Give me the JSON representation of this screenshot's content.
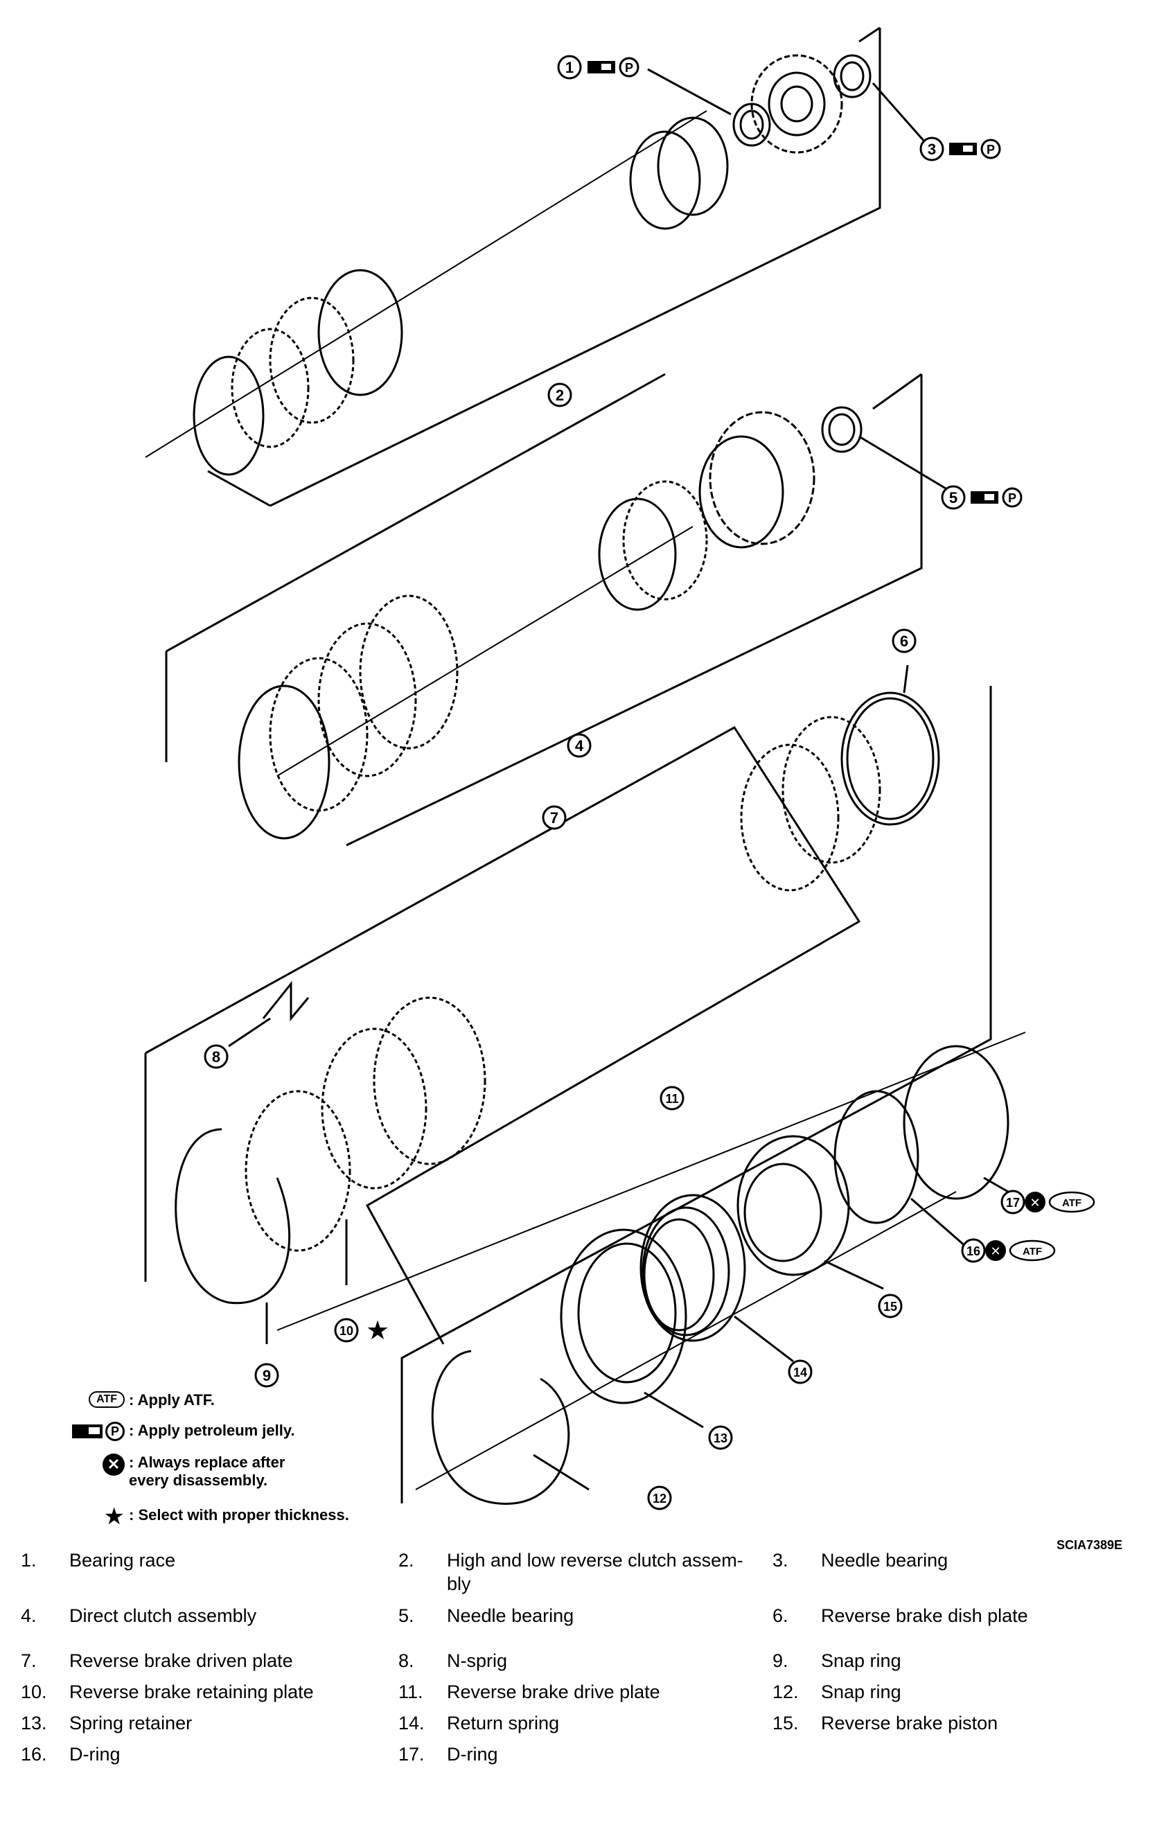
{
  "figure_code": "SCIA7389E",
  "callouts": [
    "1",
    "2",
    "3",
    "4",
    "5",
    "6",
    "7",
    "8",
    "9",
    "10",
    "11",
    "12",
    "13",
    "14",
    "15",
    "16",
    "17"
  ],
  "symbols": {
    "atf": "ATF",
    "p": "P",
    "x": "✕",
    "star": "★"
  },
  "legend": [
    {
      "symbol": "atf",
      "text": ": Apply ATF."
    },
    {
      "symbol": "jelly",
      "text": ": Apply petroleum jelly."
    },
    {
      "symbol": "replace",
      "text": ": Always replace after\n  every disassembly."
    },
    {
      "symbol": "star",
      "text": ": Select with proper thickness."
    }
  ],
  "parts": [
    {
      "num": "1.",
      "name": "Bearing race"
    },
    {
      "num": "2.",
      "name": "High and low reverse clutch assem-\nbly"
    },
    {
      "num": "3.",
      "name": "Needle bearing"
    },
    {
      "num": "4.",
      "name": "Direct clutch assembly"
    },
    {
      "num": "5.",
      "name": "Needle bearing"
    },
    {
      "num": "6.",
      "name": "Reverse brake dish plate"
    },
    {
      "num": "7.",
      "name": "Reverse brake driven plate"
    },
    {
      "num": "8.",
      "name": "N-sprig"
    },
    {
      "num": "9.",
      "name": "Snap ring"
    },
    {
      "num": "10.",
      "name": "Reverse brake retaining plate"
    },
    {
      "num": "11.",
      "name": "Reverse brake drive plate"
    },
    {
      "num": "12.",
      "name": "Snap ring"
    },
    {
      "num": "13.",
      "name": "Spring retainer"
    },
    {
      "num": "14.",
      "name": "Return spring"
    },
    {
      "num": "15.",
      "name": "Reverse brake piston"
    },
    {
      "num": "16.",
      "name": "D-ring"
    },
    {
      "num": "17.",
      "name": "D-ring"
    }
  ]
}
